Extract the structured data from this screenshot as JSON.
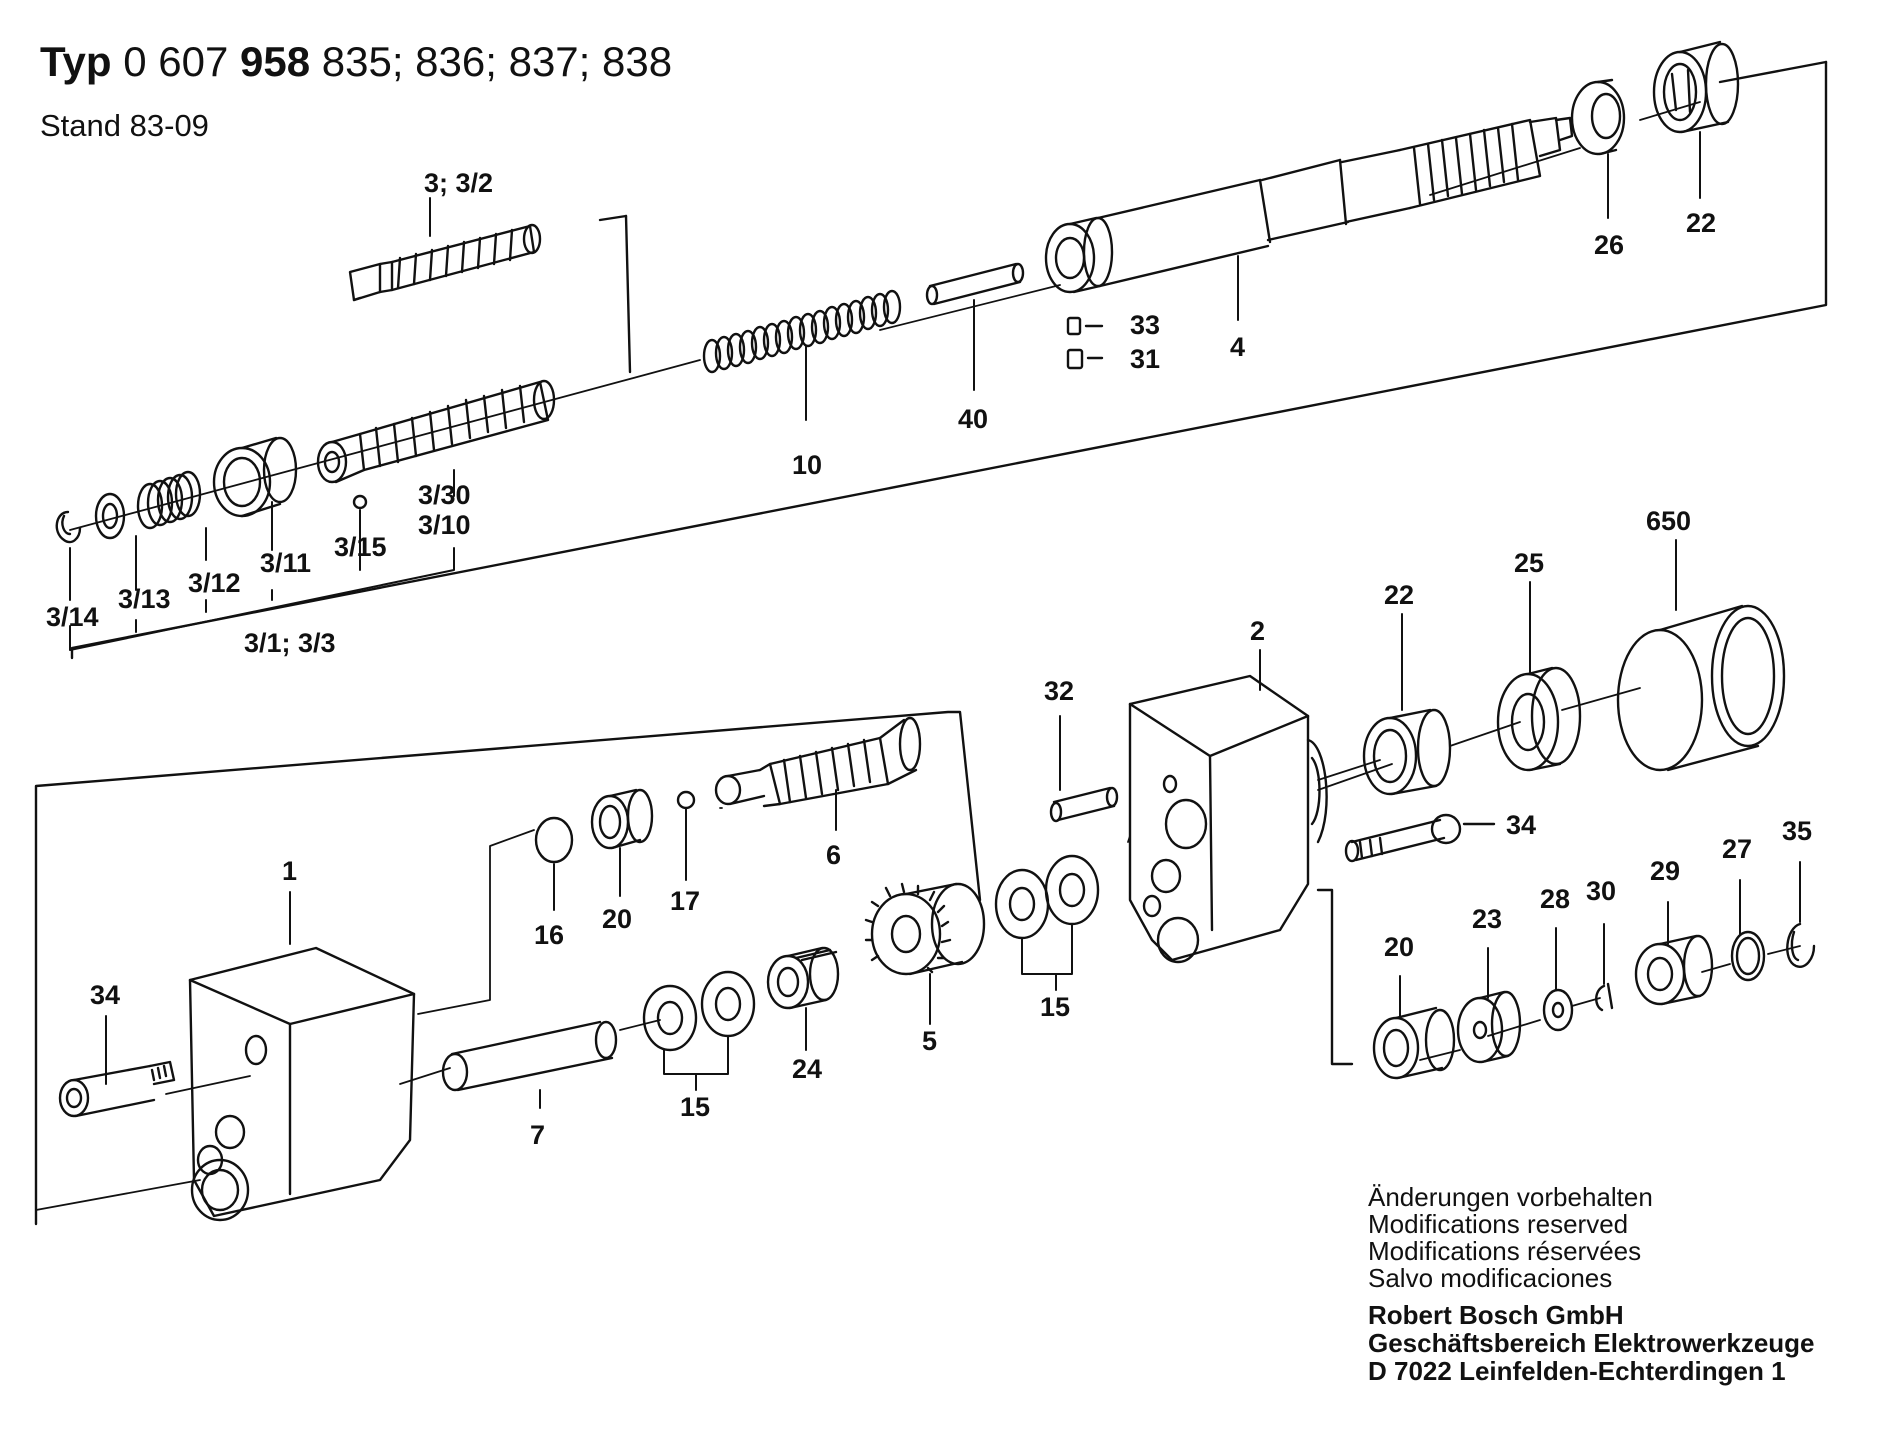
{
  "header": {
    "typ_label": "Typ",
    "typ_number_plain": "0 607",
    "typ_number_bold": "958",
    "typ_variants": "835; 836; 837; 838",
    "stand_label": "Stand",
    "stand_value": "83-09"
  },
  "callouts": {
    "p3_32": "3; 3/2",
    "p3_30": "3/30",
    "p3_10": "3/10",
    "p3_15": "3/15",
    "p3_11": "3/11",
    "p3_12": "3/12",
    "p3_13": "3/13",
    "p3_14": "3/14",
    "p3_1_3": "3/1; 3/3",
    "p10": "10",
    "p40": "40",
    "p33": "33",
    "p31": "31",
    "p4": "4",
    "p26": "26",
    "p22_top": "22",
    "p650": "650",
    "p25": "25",
    "p22_mid": "22",
    "p2": "2",
    "p32": "32",
    "p34_right": "34",
    "p6": "6",
    "p16": "16",
    "p20_left": "20",
    "p17": "17",
    "p1": "1",
    "p34_left": "34",
    "p7": "7",
    "p15_left": "15",
    "p24": "24",
    "p5": "5",
    "p15_mid": "15",
    "p20_right": "20",
    "p23": "23",
    "p28": "28",
    "p30": "30",
    "p29": "29",
    "p27": "27",
    "p35": "35"
  },
  "footer": {
    "line1": "Änderungen vorbehalten",
    "line2": "Modifications reserved",
    "line3": "Modifications réservées",
    "line4": "Salvo modificaciones",
    "company": "Robert Bosch GmbH",
    "division": "Geschäftsbereich Elektrowerkzeuge",
    "address": "D 7022 Leinfelden-Echterdingen 1"
  }
}
